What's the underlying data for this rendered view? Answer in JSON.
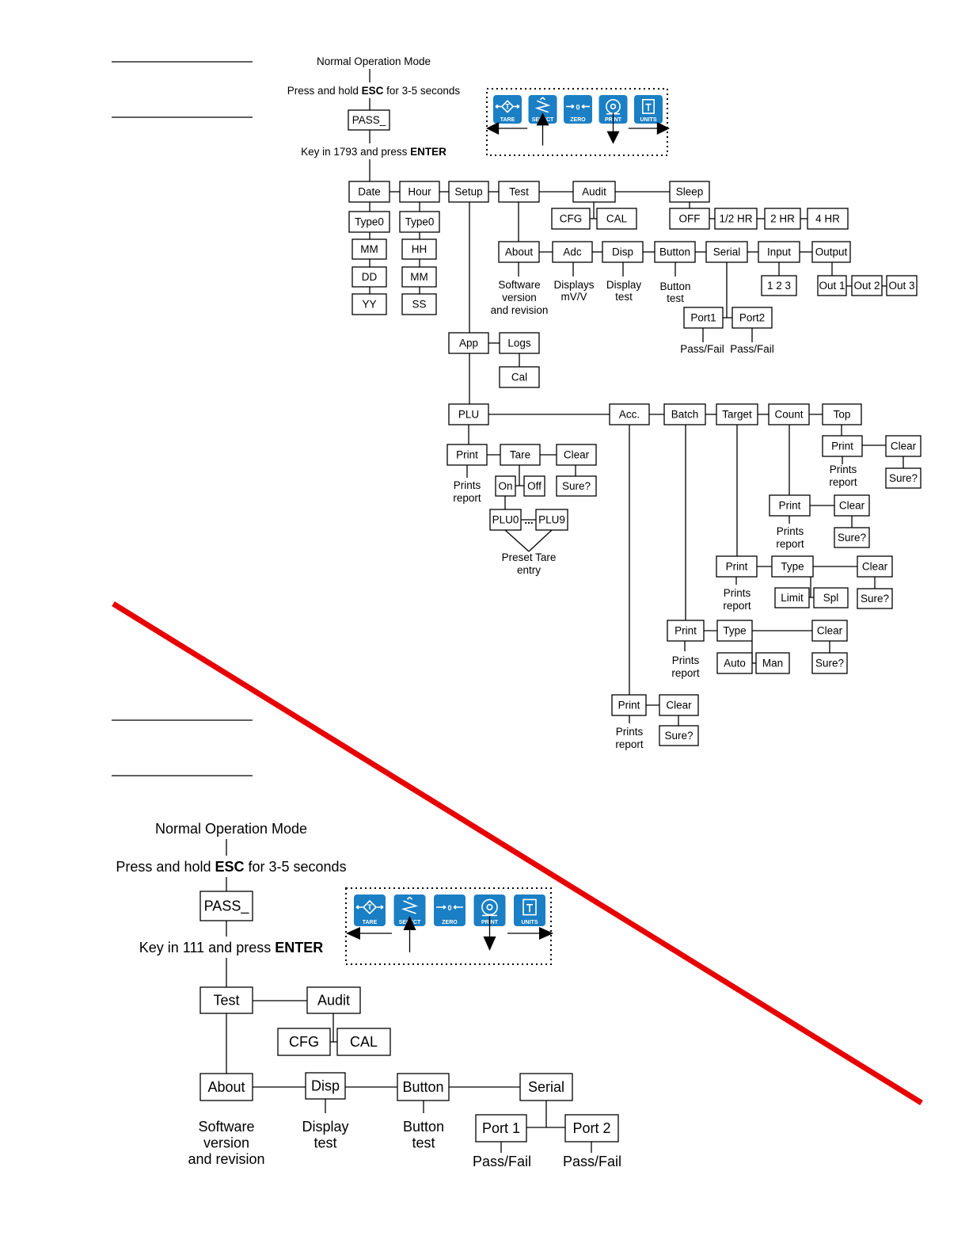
{
  "colors": {
    "key_blue": "#1a7fc4",
    "strike_red": "#e60000"
  },
  "upper": {
    "title": "Normal Operation Mode",
    "instruction_pre": "Press and hold ",
    "instruction_key": "ESC",
    "instruction_post": " for 3-5 seconds",
    "pass": "PASS_",
    "keyin_pre": "Key in 1793 and press ",
    "keyin_key": "ENTER",
    "keys": [
      "TARE",
      "SELECT",
      "ZERO",
      "PRINT",
      "UNITS"
    ],
    "menu": {
      "date": "Date",
      "hour": "Hour",
      "setup": "Setup",
      "test": "Test",
      "audit": "Audit",
      "sleep": "Sleep",
      "type0_date": "Type0",
      "type0_hour": "Type0",
      "mm": "MM",
      "dd": "DD",
      "yy": "YY",
      "hh": "HH",
      "mm2": "MM",
      "ss": "SS",
      "cfg": "CFG",
      "cal": "CAL",
      "off": "OFF",
      "half_hr": "1/2 HR",
      "two_hr": "2 HR",
      "four_hr": "4 HR",
      "about": "About",
      "adc": "Adc",
      "disp": "Disp",
      "button": "Button",
      "serial": "Serial",
      "input": "Input",
      "output": "Output",
      "about_desc": [
        "Software",
        "version",
        "and revision"
      ],
      "adc_desc": [
        "Displays",
        "mV/V"
      ],
      "disp_desc": [
        "Display",
        "test"
      ],
      "button_desc": [
        "Button",
        "test"
      ],
      "input_val": "1  2  3",
      "out1": "Out 1",
      "out2": "Out 2",
      "out3": "Out 3",
      "port1": "Port1",
      "port2": "Port2",
      "port1_desc": "Pass/Fail",
      "port2_desc": "Pass/Fail",
      "app": "App",
      "logs": "Logs",
      "logs_cal": "Cal",
      "plu": "PLU",
      "acc": "Acc.",
      "batch": "Batch",
      "target": "Target",
      "count": "Count",
      "top": "Top",
      "plu_print": "Print",
      "plu_tare": "Tare",
      "plu_clear": "Clear",
      "plu_report": [
        "Prints",
        "report"
      ],
      "on": "On",
      "off2": "Off",
      "plu_sure": "Sure?",
      "plu0": "PLU0",
      "ellipsis": "...",
      "plu9": "PLU9",
      "preset": [
        "Preset Tare",
        "entry"
      ],
      "top_print": "Print",
      "top_clear": "Clear",
      "top_report": [
        "Prints",
        "report"
      ],
      "top_sure": "Sure?",
      "count_print": "Print",
      "count_clear": "Clear",
      "count_report": [
        "Prints",
        "report"
      ],
      "count_sure": "Sure?",
      "target_print": "Print",
      "target_type": "Type",
      "target_clear": "Clear",
      "target_report": [
        "Prints",
        "report"
      ],
      "limit": "Limit",
      "spl": "Spl",
      "target_sure": "Sure?",
      "batch_print": "Print",
      "batch_type": "Type",
      "batch_clear": "Clear",
      "batch_report": [
        "Prints",
        "report"
      ],
      "auto": "Auto",
      "man": "Man",
      "batch_sure": "Sure?",
      "acc_print": "Print",
      "acc_clear": "Clear",
      "acc_report": [
        "Prints",
        "report"
      ],
      "acc_sure": "Sure?"
    }
  },
  "lower": {
    "title": "Normal Operation Mode",
    "instruction_pre": "Press and hold ",
    "instruction_key": "ESC",
    "instruction_post": " for 3-5 seconds",
    "pass": "PASS_",
    "keyin_pre": "Key in 111 and press ",
    "keyin_key": "ENTER",
    "keys": [
      "TARE",
      "SELECT",
      "ZERO",
      "PRINT",
      "UNITS"
    ],
    "menu": {
      "test": "Test",
      "audit": "Audit",
      "cfg": "CFG",
      "cal": "CAL",
      "about": "About",
      "disp": "Disp",
      "button": "Button",
      "serial": "Serial",
      "about_desc": [
        "Software",
        "version",
        "and revision"
      ],
      "disp_desc": [
        "Display",
        "test"
      ],
      "button_desc": [
        "Button",
        "test"
      ],
      "port1": "Port 1",
      "port2": "Port 2",
      "port1_desc": "Pass/Fail",
      "port2_desc": "Pass/Fail"
    }
  }
}
